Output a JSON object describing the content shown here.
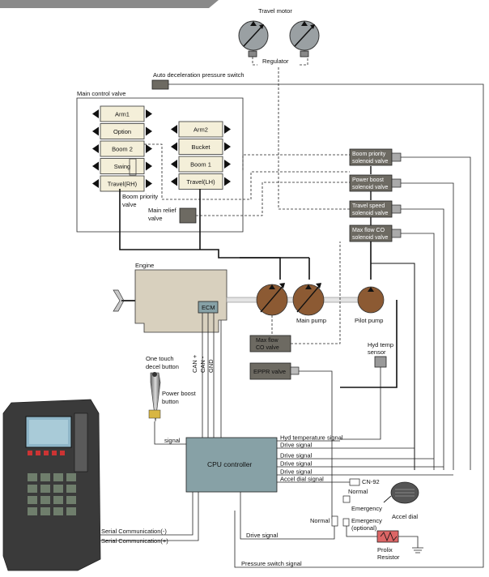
{
  "travel_motor": "Travel motor",
  "regulator": "Regulator",
  "auto_decel_switch": "Auto deceleration pressure switch",
  "main_control_valve": {
    "title": "Main control valve",
    "left_spools": [
      "Arm1",
      "Option",
      "Boom 2",
      "Swing",
      "Travel(RH)"
    ],
    "right_spools": [
      "Arm2",
      "Bucket",
      "Boom 1",
      "Travel(LH)"
    ],
    "boom_priority_valve": [
      "Boom priority",
      "valve"
    ],
    "main_relief_valve": [
      "Main relief",
      "valve"
    ]
  },
  "solenoids": [
    [
      "Boom priority",
      "solenoid valve"
    ],
    [
      "Power boost",
      "solenoid valve"
    ],
    [
      "Travel speed",
      "solenoid valve"
    ],
    [
      "Max flow CO",
      "solenoid valve"
    ]
  ],
  "engine": "Engine",
  "ecm": "ECM",
  "main_pump": "Main pump",
  "pilot_pump": "Pilot pump",
  "max_flow_co_valve": [
    "Max flow",
    "CO valve"
  ],
  "eppr_valve": "EPPR valve",
  "hyd_temp_sensor": [
    "Hyd temp",
    "sensor"
  ],
  "bus_labels": [
    "CAN +",
    "CAN -",
    "GND"
  ],
  "one_touch_decel": [
    "One touch",
    "decel button"
  ],
  "power_boost_button": [
    "Power boost",
    "button"
  ],
  "signal": "signal",
  "cpu_controller": "CPU controller",
  "cpu_signals": [
    "Hyd temperature signal",
    "Drive signal",
    "Drive signal",
    "Drive signal",
    "Drive signal",
    "Accel dial signal"
  ],
  "cn92": "CN-92",
  "normal": "Normal",
  "emergency": "Emergency",
  "accel_dial": "Accel dial",
  "normal_2": "Normal",
  "emergency_optional": [
    "Emergency",
    "(optional)"
  ],
  "prolix_resistor": [
    "Prolix",
    "Resistor"
  ],
  "drive_signal_bottom": "Drive signal",
  "pressure_switch_signal": "Pressure switch signal",
  "serial_comm": [
    "Serial Communication(-)",
    "Serial Communication(+)"
  ],
  "colors": {
    "solenoid_fill": "#6d6a62",
    "spool_fill": "#f4efd9",
    "pump_fill": "#8c5a33",
    "engine_fill": "#d8d0be",
    "controller_fill": "#87a1a6",
    "header_bar": "#8a8a8a"
  }
}
